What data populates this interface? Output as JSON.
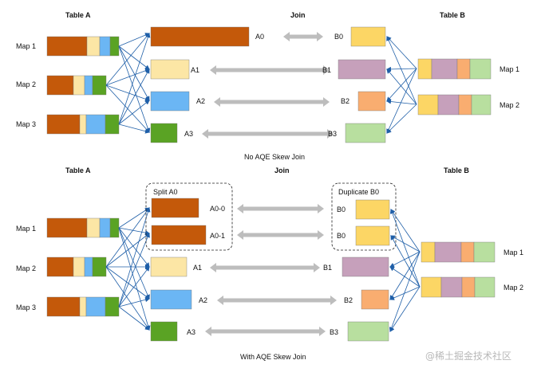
{
  "colors": {
    "brown": "#c4590a",
    "beige": "#fce6a5",
    "blue": "#6bb6f4",
    "green": "#5aa324",
    "yellow": "#fcd665",
    "mauve": "#c6a0bb",
    "orange": "#f9ad70",
    "lightgreen": "#b8df9f",
    "arrow": "#bdbdbd",
    "edge": "#1f5fa8"
  },
  "top": {
    "table_a_header": "Table A",
    "join_header": "Join",
    "table_b_header": "Table B",
    "map1": "Map 1",
    "map2": "Map 2",
    "map3": "Map 3",
    "a0": "A0",
    "a1": "A1",
    "a2": "A2",
    "a3": "A3",
    "b0": "B0",
    "b1": "B1",
    "b2": "B2",
    "b3": "B3",
    "right_map1": "Map 1",
    "right_map2": "Map 2",
    "caption": "No AQE Skew Join"
  },
  "bottom": {
    "table_a_header": "Table A",
    "join_header": "Join",
    "table_b_header": "Table B",
    "map1": "Map 1",
    "map2": "Map 2",
    "map3": "Map 3",
    "split_label": "Split A0",
    "a0_0": "A0-0",
    "a0_1": "A0-1",
    "a1": "A1",
    "a2": "A2",
    "a3": "A3",
    "duplicate_label": "Duplicate B0",
    "b0_first": "B0",
    "b0_second": "B0",
    "b1": "B1",
    "b2": "B2",
    "b3": "B3",
    "right_map1": "Map 1",
    "right_map2": "Map 2",
    "caption": "With AQE Skew Join"
  },
  "watermark": "@稀土掘金技术社区"
}
